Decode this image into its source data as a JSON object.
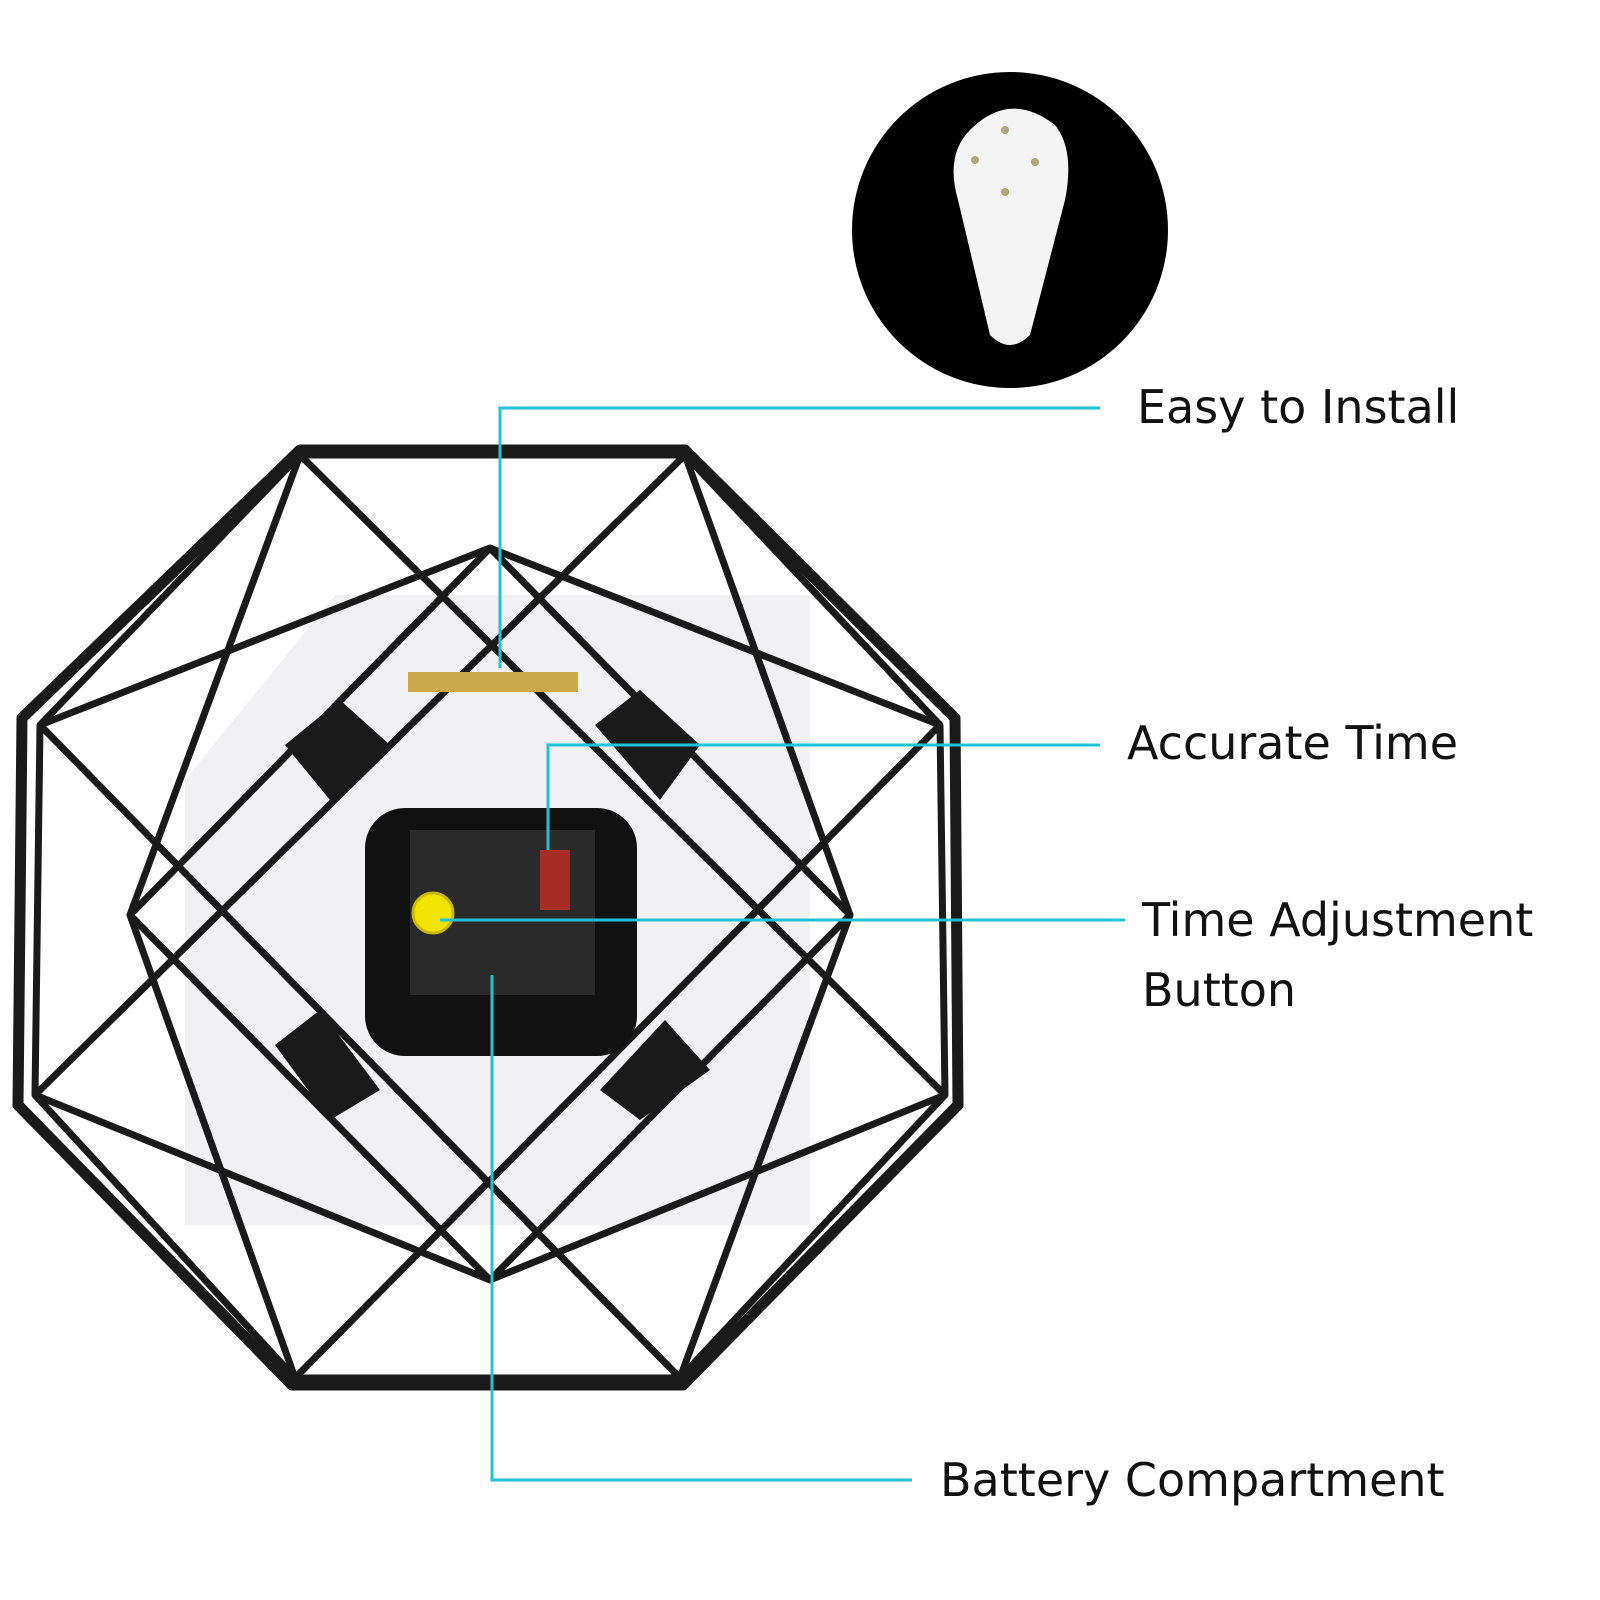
{
  "callouts": {
    "install": "Easy to Install",
    "accurate": "Accurate Time",
    "adjust_line1": "Time Adjustment",
    "adjust_line2": "Button",
    "battery": "Battery Compartment"
  },
  "colors": {
    "callout_line": "#1fc3d6",
    "frame": "#1a1a1a",
    "knob": "#f3e400"
  }
}
